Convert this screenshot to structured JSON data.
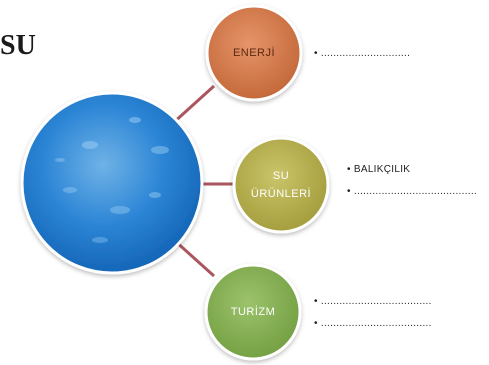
{
  "title": "SU",
  "nodes": {
    "enerji": {
      "label": "ENERJİ",
      "color": "#d07a4a"
    },
    "su_urunleri": {
      "label_line1": "SU",
      "label_line2": "ÜRÜNLERİ",
      "color": "#b3ad4a"
    },
    "turizm": {
      "label": "TURİZM",
      "color": "#86ad52"
    }
  },
  "bullets": {
    "enerji": [
      "• ............................."
    ],
    "su_urunleri": [
      "• BALIKÇILIK",
      "• ........................................"
    ],
    "turizm": [
      "• ....................................",
      "• ...................................."
    ]
  },
  "colors": {
    "connector": "#a9565e",
    "node_border": "#ffffff"
  }
}
